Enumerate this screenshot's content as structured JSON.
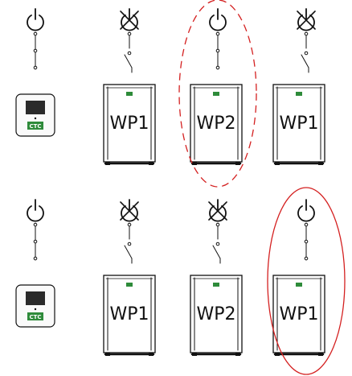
{
  "colors": {
    "line": "#111111",
    "highlight": "#d42020",
    "brand_green": "#2e8b3a"
  },
  "controller": {
    "brand": "CTC"
  },
  "rows": [
    {
      "controller_power": "on",
      "units": [
        {
          "label": "WP1",
          "power": "off",
          "highlighted": false
        },
        {
          "label": "WP2",
          "power": "on",
          "highlighted": true,
          "highlight_style": "dashed"
        },
        {
          "label": "WP1",
          "power": "off",
          "highlighted": false
        }
      ]
    },
    {
      "controller_power": "on",
      "units": [
        {
          "label": "WP1",
          "power": "off",
          "highlighted": false
        },
        {
          "label": "WP2",
          "power": "off",
          "highlighted": false
        },
        {
          "label": "WP1",
          "power": "on",
          "highlighted": true,
          "highlight_style": "solid"
        }
      ]
    }
  ]
}
